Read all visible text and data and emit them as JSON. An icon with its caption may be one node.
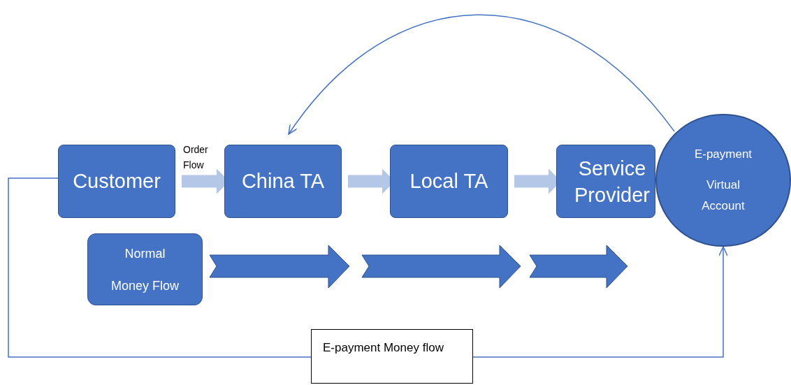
{
  "diagram": {
    "nodes": [
      {
        "text": [
          "Customer"
        ]
      },
      {
        "text": [
          "China TA"
        ]
      },
      {
        "text": [
          "Local TA"
        ]
      },
      {
        "text": [
          "Service Provider"
        ]
      },
      {
        "text": [
          "E-payment",
          "Virtual Account"
        ]
      },
      {
        "text": [
          "Normal Money Flow"
        ]
      }
    ],
    "edges": [
      {
        "from": 0,
        "to": 1,
        "arrow": "to",
        "label": "Order Flow"
      },
      {
        "from": 1,
        "to": 2,
        "arrow": "to"
      },
      {
        "from": 2,
        "to": 3,
        "arrow": "to"
      },
      {
        "from": 4,
        "to": 1,
        "arrow": "to",
        "color": "#4472c4"
      },
      {
        "from": 0,
        "to": 4,
        "arrow": "to",
        "color": "#4472c4",
        "label": "E-payment Money flow"
      }
    ]
  }
}
